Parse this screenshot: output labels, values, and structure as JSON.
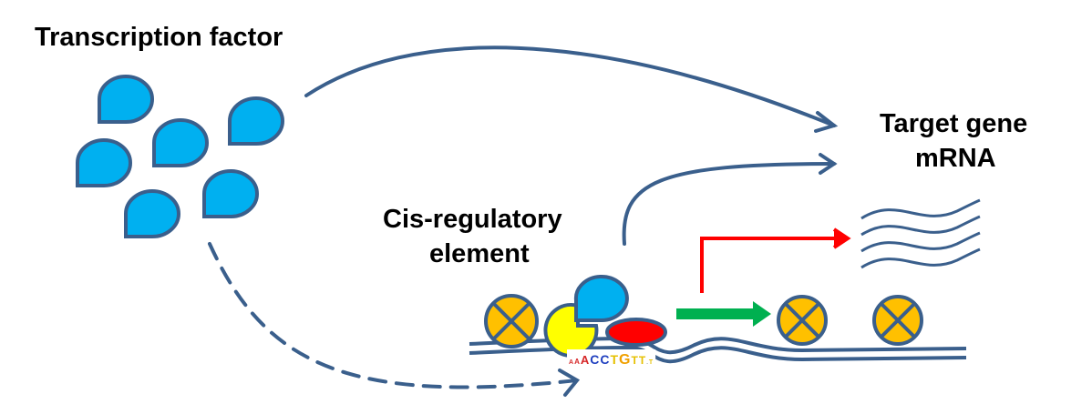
{
  "labels": {
    "transcription_factor": "Transcription factor",
    "target_gene_line1": "Target gene",
    "target_gene_line2": "mRNA",
    "cis_line1": "Cis-regulatory",
    "cis_line2": "element"
  },
  "motif": {
    "letters": [
      "A",
      "A",
      "A",
      "C",
      "C",
      "T",
      "G",
      "T",
      "T",
      ".",
      "T"
    ],
    "colors": [
      "#d62728",
      "#d62728",
      "#d62728",
      "#1f3fbf",
      "#1f3fbf",
      "#e6c000",
      "#f0a000",
      "#e6c000",
      "#e6c000",
      "#999999",
      "#e6c000"
    ]
  },
  "colors": {
    "outline": "#3A5F8C",
    "tf_fill": "#00B0F0",
    "nucleosome": "#FFC000",
    "cofactor": "#FFFF00",
    "repressor": "#FF0000",
    "transcription_arrow": "#FF0000",
    "activation_arrow": "#00B050"
  }
}
